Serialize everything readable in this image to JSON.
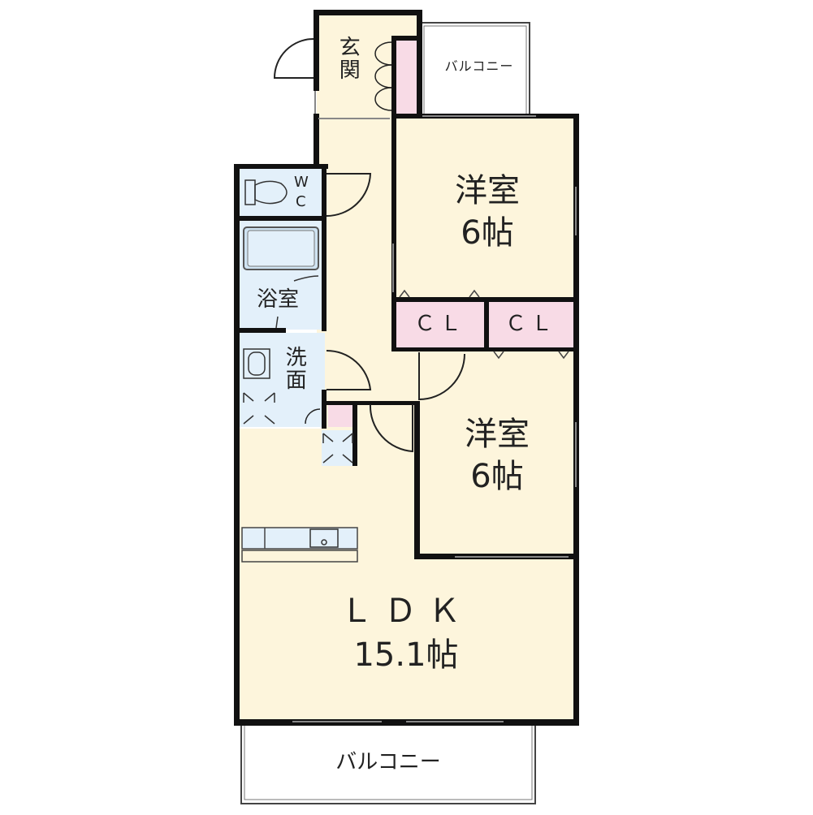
{
  "floorplan": {
    "colors": {
      "floor": "#fdf5dc",
      "wet_area": "#e3f0fa",
      "closet": "#f8dbe6",
      "wall": "#111111",
      "balcony": "#ffffff"
    },
    "rooms": {
      "genkan": {
        "label": "玄関"
      },
      "balcony_top": {
        "label": "バルコニー"
      },
      "bedroom1": {
        "label": "洋室",
        "size": "6帖"
      },
      "wc": {
        "label_w": "W",
        "label_c": "C"
      },
      "bath": {
        "label": "浴室"
      },
      "washroom": {
        "label": "洗面"
      },
      "closet1": {
        "label": "ＣＬ"
      },
      "closet2": {
        "label": "ＣＬ"
      },
      "bedroom2": {
        "label": "洋室",
        "size": "6帖"
      },
      "ldk": {
        "label": "ＬＤＫ",
        "size": "15.1帖"
      },
      "balcony_bottom": {
        "label": "バルコニー"
      }
    }
  }
}
